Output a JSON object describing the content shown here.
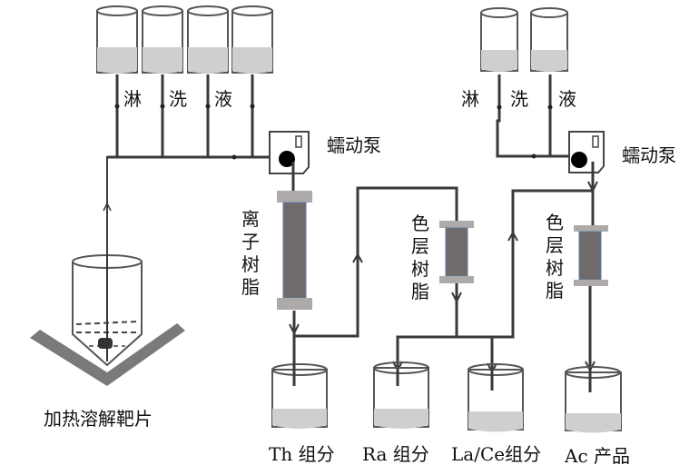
{
  "eluent_label_left": [
    "淋",
    "洗",
    "液"
  ],
  "eluent_label_right": [
    "淋",
    "洗",
    "液"
  ],
  "pump_label_left": "蠕动泵",
  "pump_label_right": "蠕动泵",
  "ion_resin_label": [
    "离",
    "子",
    "树",
    "脂"
  ],
  "chrom_resin_label_1": [
    "色",
    "层",
    "树",
    "脂"
  ],
  "chrom_resin_label_2": [
    "色",
    "层",
    "树",
    "脂"
  ],
  "target_label": "加热溶解靶片",
  "outputs": [
    {
      "label": "Th 组分"
    },
    {
      "label": "Ra 组分"
    },
    {
      "label": "La/Ce组分"
    },
    {
      "label": "Ac 产品"
    }
  ],
  "colors": {
    "pipe": "#3a3a3a",
    "liquid": "#cfcfcf",
    "resin": "#6f6b6b",
    "cap": "#aeaaaa"
  }
}
